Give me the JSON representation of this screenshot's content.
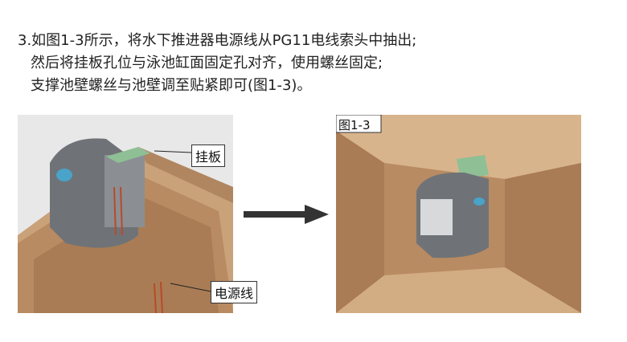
{
  "instructions": {
    "line1": "3.如图1-3所示，将水下推进器电源线从PG11电线索头中抽出;",
    "line2": "然后将挂板孔位与泳池缸面固定孔对齐，使用螺丝固定;",
    "line3": "支撑池壁螺丝与池壁调至贴紧即可(图1-3)。"
  },
  "left_figure": {
    "label_bracket": "挂板",
    "label_cable": "电源线"
  },
  "right_figure": {
    "caption": "图1-3"
  },
  "colors": {
    "pool_wall": "#c9a27a",
    "pool_dark": "#a97c55",
    "device": "#6f7377",
    "bracket": "#8fbf95"
  }
}
